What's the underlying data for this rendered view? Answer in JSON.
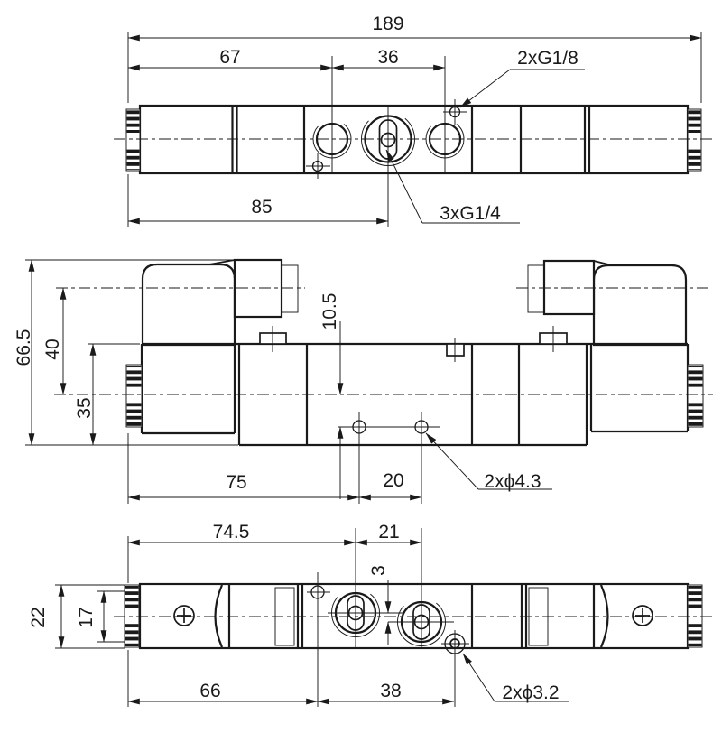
{
  "drawing_type": "valve-dimension-drawing",
  "colors": {
    "ink": "#1a1a1a",
    "background": "#ffffff"
  },
  "views": {
    "top": {
      "dim_overall": "189",
      "dim_left_port": "67",
      "dim_port_span": "36",
      "dim_mount": "85",
      "label_pilot_ports": "2xG1/8",
      "label_main_ports": "3xG1/4"
    },
    "side": {
      "dim_overall_height": "66.5",
      "dim_coil_axis": "40",
      "dim_body_height": "35",
      "dim_hole_offset": "10.5",
      "dim_hole_from_left": "75",
      "dim_hole_pitch": "20",
      "label_mount_holes": "2xϕ4.3"
    },
    "bottom": {
      "dim_port1_from_left": "74.5",
      "dim_port_pitch": "21",
      "dim_port_offset": "3",
      "dim_body_width": "22",
      "dim_cap_width": "17",
      "dim_hole1_from_left": "66",
      "dim_hole_span": "38",
      "label_mount_holes": "2xϕ3.2"
    }
  }
}
